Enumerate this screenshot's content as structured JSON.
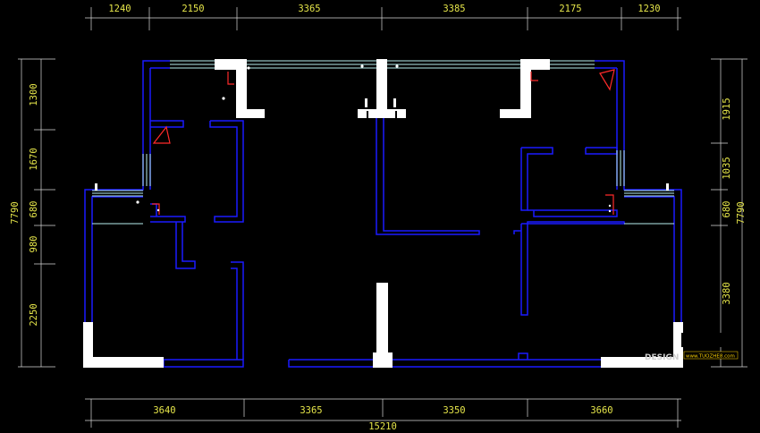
{
  "dimensions": {
    "top": [
      "1240",
      "2150",
      "3365",
      "3385",
      "2175",
      "1230"
    ],
    "bottom": [
      "3640",
      "3365",
      "3350",
      "3660"
    ],
    "bottom_total": "15210",
    "left": [
      "1300",
      "1670",
      "680",
      "980",
      "2250"
    ],
    "left_total": "7790",
    "right": [
      "1915",
      "1035",
      "680",
      "3380"
    ],
    "right_total": "7790"
  },
  "watermark": {
    "brand": "DESIGN",
    "url": "www.TUOZHE8.com"
  },
  "colors": {
    "background": "#000000",
    "wall": "#1a1aff",
    "solid_wall": "#ffffff",
    "dimension_text": "#e6e64a",
    "window": "#b8f0f0",
    "fixture": "#ff2a2a"
  }
}
